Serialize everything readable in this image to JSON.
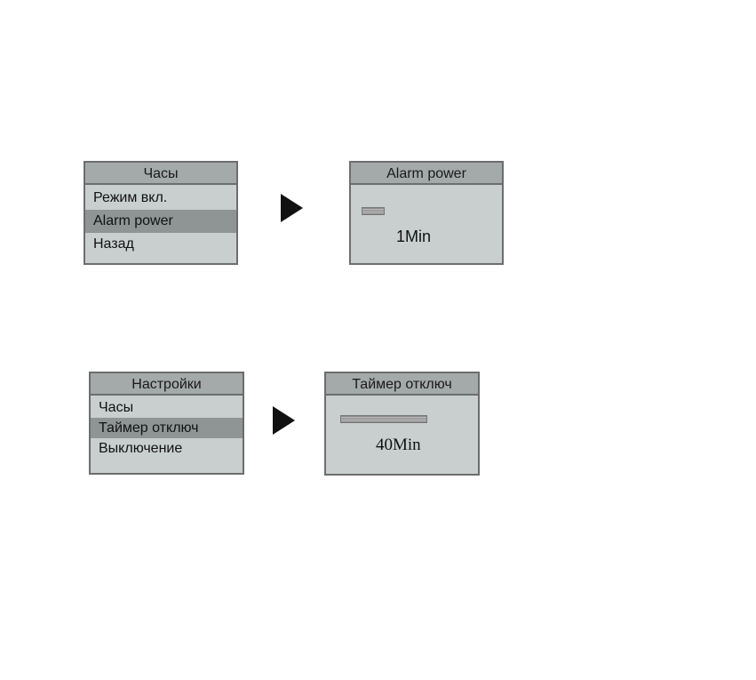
{
  "row1": {
    "menu": {
      "title": "Часы",
      "items": [
        {
          "label": "Режим вкл.",
          "selected": false
        },
        {
          "label": "Alarm power",
          "selected": true
        },
        {
          "label": "Назад",
          "selected": false
        }
      ]
    },
    "detail": {
      "title": "Alarm power",
      "value": "1Min"
    }
  },
  "row2": {
    "menu": {
      "title": "Настройки",
      "items": [
        {
          "label": "Часы",
          "selected": false
        },
        {
          "label": "Таймер отключ",
          "selected": true
        },
        {
          "label": "Выключение",
          "selected": false
        }
      ]
    },
    "detail": {
      "title": "Таймер отключ",
      "value": "40Min"
    }
  },
  "colors": {
    "screen_bg": "#c9cfcf",
    "title_bar": "#a4a9a9",
    "highlight": "#8f9595",
    "border": "#6d6d6d"
  }
}
